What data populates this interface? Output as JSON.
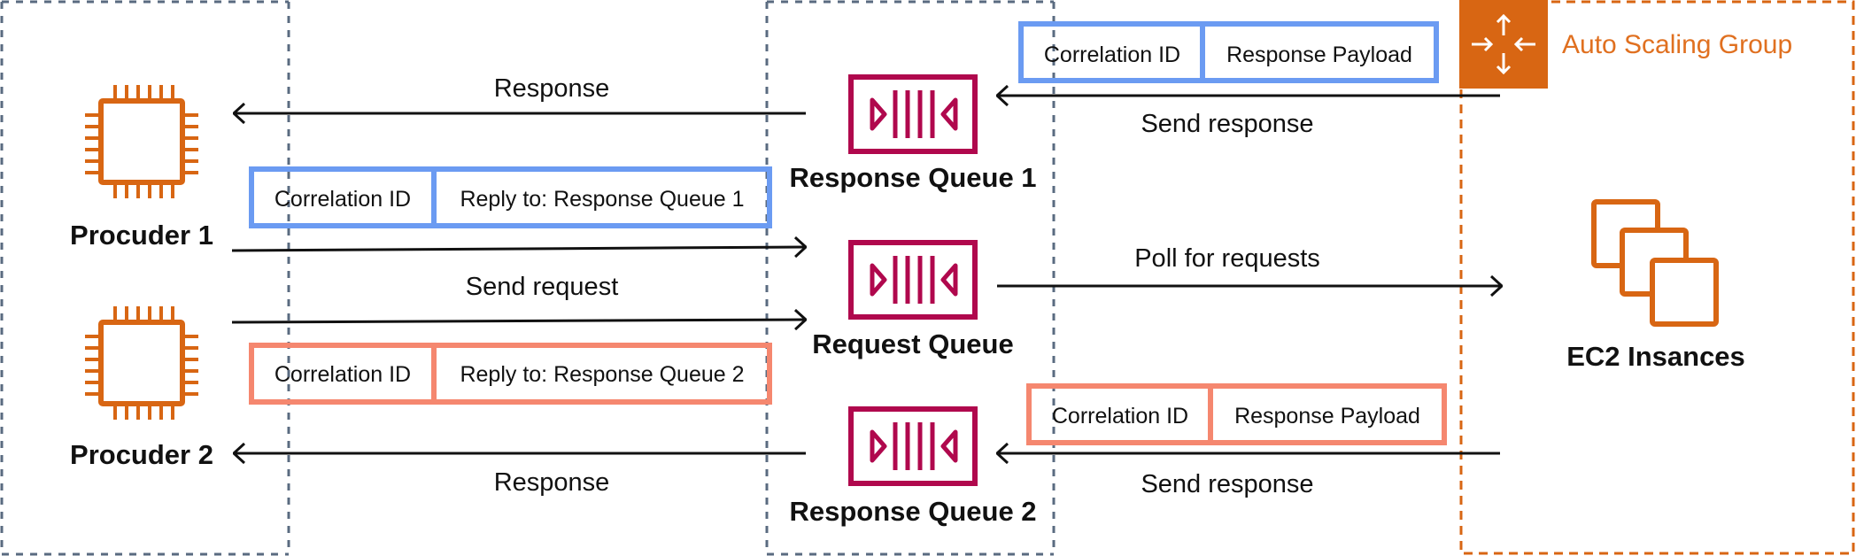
{
  "producers": [
    {
      "name": "Procuder 1"
    },
    {
      "name": "Procuder 2"
    }
  ],
  "queues": {
    "response_queue_1": "Response Queue 1",
    "request_queue": "Request Queue",
    "response_queue_2": "Response Queue 2"
  },
  "consumers": {
    "group_label": "Auto Scaling Group",
    "instances_label": "EC2 Insances"
  },
  "edges": {
    "response_top": "Response",
    "send_request": "Send request",
    "poll": "Poll for requests",
    "send_response_top": "Send response",
    "send_response_bottom": "Send response",
    "response_bottom": "Response"
  },
  "messages": {
    "request_1": {
      "field1": "Correlation ID",
      "field2": "Reply to: Response Queue 1"
    },
    "request_2": {
      "field1": "Correlation ID",
      "field2": "Reply to: Response Queue 2"
    },
    "response_1": {
      "field1": "Correlation ID",
      "field2": "Response Payload"
    },
    "response_2": {
      "field1": "Correlation ID",
      "field2": "Response Payload"
    }
  },
  "colors": {
    "chip": "#D86613",
    "queue": "#B0084D",
    "asg": "#D86613",
    "asg_text": "#E07020",
    "message_blue": "#6B9BF2",
    "message_salmon": "#F5876F",
    "zone_border": "#5A6B80",
    "arrow": "#111111"
  },
  "icons": {
    "producer_1": "ec2-instance-chip-icon",
    "producer_2": "ec2-instance-chip-icon",
    "queue": "sqs-queue-icon",
    "auto_scaling": "auto-scaling-arrows-icon",
    "instances": "ec2-instances-stack-icon"
  }
}
